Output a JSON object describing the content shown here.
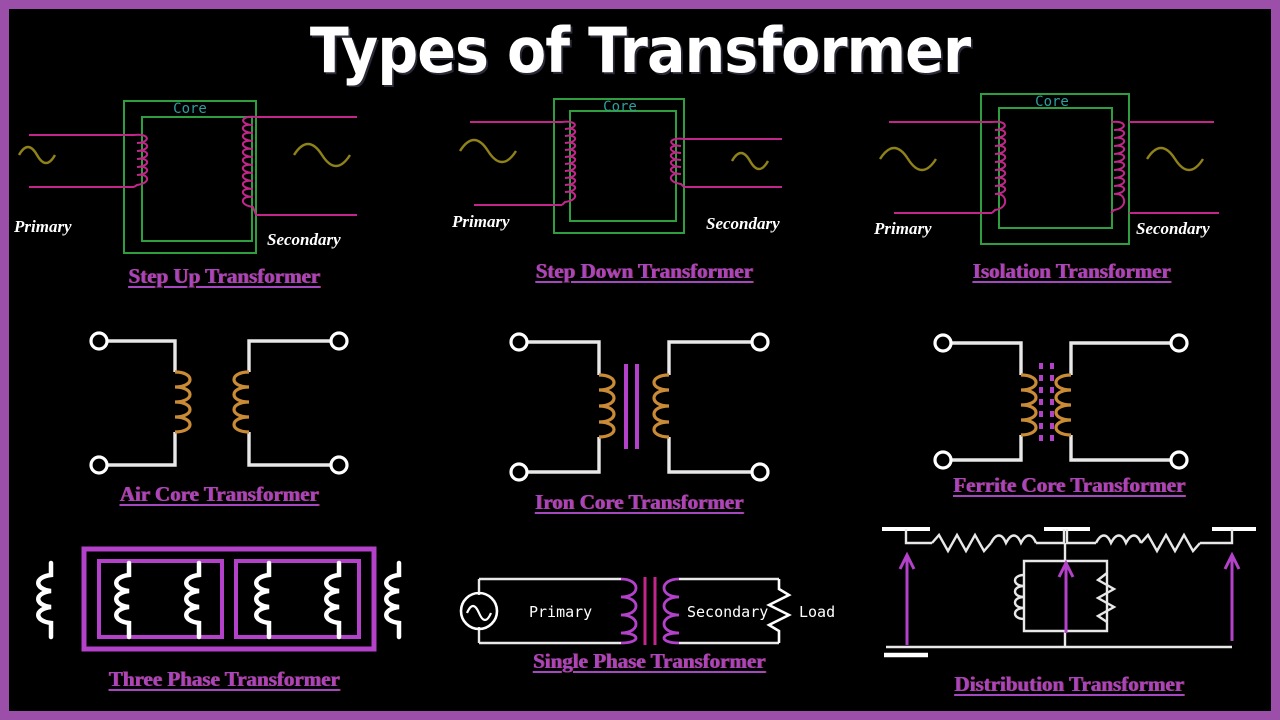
{
  "page": {
    "title": "Types of Transformer",
    "background_color": "#000000",
    "border_color": "#9b4fa9",
    "title_color": "#ffffff",
    "caption_color": "#a548c0",
    "core_color": "#2f9e3e",
    "winding_color": "#c2268a",
    "wire_color": "#c2268a",
    "sine_color": "#8f8218",
    "copper_color": "#c98b35",
    "white_wire_color": "#e8e8e8"
  },
  "diagrams": [
    {
      "id": "step-up-transformer",
      "caption": "Step Up Transformer",
      "core_label": "Core",
      "primary_label": "Primary",
      "secondary_label": "Secondary",
      "primary_turns": 6,
      "secondary_turns": 11,
      "note": "secondary has more turns than primary"
    },
    {
      "id": "step-down-transformer",
      "caption": "Step Down Transformer",
      "core_label": "Core",
      "primary_label": "Primary",
      "secondary_label": "Secondary",
      "primary_turns": 11,
      "secondary_turns": 6,
      "note": "primary has more turns than secondary"
    },
    {
      "id": "isolation-transformer",
      "caption": "Isolation Transformer",
      "core_label": "Core",
      "primary_label": "Primary",
      "secondary_label": "Secondary",
      "primary_turns": 10,
      "secondary_turns": 10,
      "note": "equal turns on both sides"
    },
    {
      "id": "air-core-transformer",
      "caption": "Air Core Transformer",
      "core_type": "none",
      "terminals": 4,
      "coil_turns": 4
    },
    {
      "id": "iron-core-transformer",
      "caption": "Iron Core Transformer",
      "core_type": "solid-bars",
      "core_bars": 2,
      "terminals": 4,
      "coil_turns": 4
    },
    {
      "id": "ferrite-core-transformer",
      "caption": "Ferrite Core Transformer",
      "core_type": "dashed-bars",
      "core_bars": 2,
      "terminals": 4,
      "coil_turns": 4
    },
    {
      "id": "three-phase-transformer",
      "caption": "Three Phase Transformer",
      "windings": 6,
      "core_windows": 2
    },
    {
      "id": "single-phase-transformer",
      "caption": "Single Phase Transformer",
      "primary_label": "Primary",
      "secondary_label": "Secondary",
      "load_label": "Load",
      "source_symbol": "ac-source",
      "core_bars": 2
    },
    {
      "id": "distribution-transformer",
      "caption": "Distribution Transformer",
      "elements": "series resistance, series reactance, shunt magnetizing branch, arrows for voltages"
    }
  ]
}
